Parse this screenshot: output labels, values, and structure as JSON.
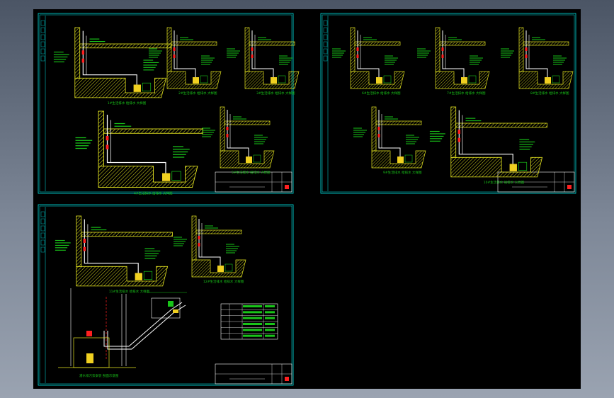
{
  "app": {
    "viewport_background": "#000000",
    "desktop_gradient": [
      "#4b5565",
      "#9aa3b1"
    ]
  },
  "colors": {
    "frame": "#00e5e5",
    "wall": "#e6e621",
    "pipe": "#ffffff",
    "dim": "#19c419",
    "marker": "#ff2020",
    "pump": "#f0d020",
    "titleblock": "#ffffff"
  },
  "sheets": [
    {
      "id": "sheet-1",
      "details": [
        {
          "kind": "wall-pit",
          "label": "1#生活排水 给排水 大样图"
        },
        {
          "kind": "pit",
          "label": "2#生活排水 给排水 大样图"
        },
        {
          "kind": "pit",
          "label": "3#生活排水 给排水 大样图"
        },
        {
          "kind": "wall-pit-wide",
          "label": "4#生活排水 给排水 大样图"
        },
        {
          "kind": "pit",
          "label": "5#生活排水 给排水 大样图"
        }
      ]
    },
    {
      "id": "sheet-2",
      "details": [
        {
          "kind": "pit",
          "label": "6#生活排水 给排水 大样图"
        },
        {
          "kind": "pit",
          "label": "7#生活排水 给排水 大样图"
        },
        {
          "kind": "pit",
          "label": "8#生活排水 给排水 大样图"
        },
        {
          "kind": "pit",
          "label": "9#生活排水 给排水 大样图"
        },
        {
          "kind": "wall-pit-wide",
          "label": "10#生活排水 给排水 大样图"
        }
      ]
    },
    {
      "id": "sheet-3",
      "details": [
        {
          "kind": "wall-pit-wide",
          "label": "11#生活排水 给排水 大样图"
        },
        {
          "kind": "pit",
          "label": "12#生活排水 给排水 大样图"
        },
        {
          "kind": "elevation",
          "label": "潜水排污泵安装 剖面示意图"
        }
      ],
      "table": {
        "rows": 6,
        "cols": 4
      }
    }
  ]
}
